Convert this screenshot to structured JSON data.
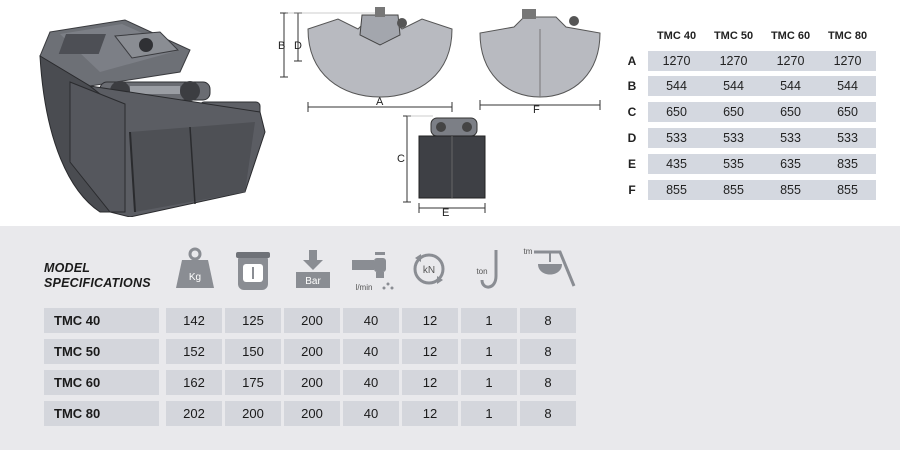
{
  "dimensions_table": {
    "models": [
      "TMC 40",
      "TMC 50",
      "TMC 60",
      "TMC 80"
    ],
    "rows": [
      {
        "label": "A",
        "values": [
          "1270",
          "1270",
          "1270",
          "1270"
        ]
      },
      {
        "label": "B",
        "values": [
          "544",
          "544",
          "544",
          "544"
        ]
      },
      {
        "label": "C",
        "values": [
          "650",
          "650",
          "650",
          "650"
        ]
      },
      {
        "label": "D",
        "values": [
          "533",
          "533",
          "533",
          "533"
        ]
      },
      {
        "label": "E",
        "values": [
          "435",
          "535",
          "635",
          "835"
        ]
      },
      {
        "label": "F",
        "values": [
          "855",
          "855",
          "855",
          "855"
        ]
      }
    ]
  },
  "drawing_labels": {
    "A": "A",
    "B": "B",
    "D": "D",
    "C": "C",
    "E": "E",
    "F": "F"
  },
  "specifications": {
    "title_line1": "MODEL",
    "title_line2": "SPECIFICATIONS",
    "icons": [
      {
        "name": "weight-kg-icon",
        "label": "Kg"
      },
      {
        "name": "capacity-container-icon",
        "label": ""
      },
      {
        "name": "pressure-bar-icon",
        "label": "Bar"
      },
      {
        "name": "flow-rate-tap-icon",
        "label": "l/min"
      },
      {
        "name": "force-kn-icon",
        "label": "kN"
      },
      {
        "name": "lifting-hook-ton-icon",
        "label": "ton"
      },
      {
        "name": "crane-grab-tm-icon",
        "label": "tm"
      }
    ],
    "rows": [
      {
        "model": "TMC 40",
        "values": [
          "142",
          "125",
          "200",
          "40",
          "12",
          "1",
          "8"
        ]
      },
      {
        "model": "TMC 50",
        "values": [
          "152",
          "150",
          "200",
          "40",
          "12",
          "1",
          "8"
        ]
      },
      {
        "model": "TMC 60",
        "values": [
          "162",
          "175",
          "200",
          "40",
          "12",
          "1",
          "8"
        ]
      },
      {
        "model": "TMC 80",
        "values": [
          "202",
          "200",
          "200",
          "40",
          "12",
          "1",
          "8"
        ]
      }
    ]
  },
  "colors": {
    "cell_bg": "#d4d8e0",
    "panel_bg": "#e9e9ec",
    "product_gray": "#5b5d63"
  }
}
